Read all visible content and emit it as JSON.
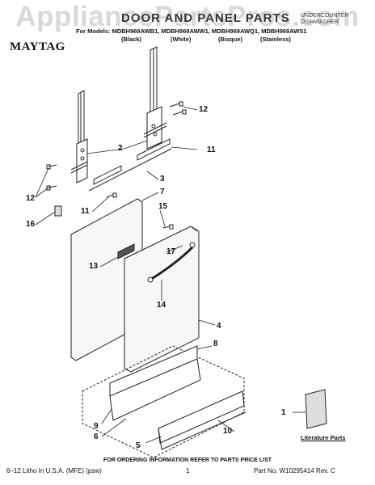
{
  "watermark": "AppliancePartsPros.com",
  "header": {
    "title": "DOOR AND PANEL PARTS",
    "product_type": "UNDERCOUNTER\nDISHWASHER",
    "brand": "MAYTAG",
    "models_line": "For Models: MDBH969AWB1, MDBH969AWW1, MDBH969AWQ1, MDBH969AWS1",
    "colors": [
      "(Black)",
      "(White)",
      "(Bisque)",
      "(Stainless)"
    ]
  },
  "callouts": [
    "2",
    "12",
    "11",
    "3",
    "12",
    "16",
    "7",
    "11",
    "15",
    "17",
    "13",
    "14",
    "4",
    "8",
    "9",
    "6",
    "5",
    "10",
    "1"
  ],
  "literature_label": "Literature Parts",
  "footer": {
    "order_note": "FOR ORDERING INFORMATION REFER TO PARTS PRICE LIST",
    "litho": "6–12 Litho In U.S.A. (MFE) (psw)",
    "page": "1",
    "part_no": "Part No. W10295414 Rev. C"
  },
  "colors": {
    "line": "#222222",
    "panel_fill": "#f7f7f7",
    "watermark": "#d9d9d9"
  }
}
